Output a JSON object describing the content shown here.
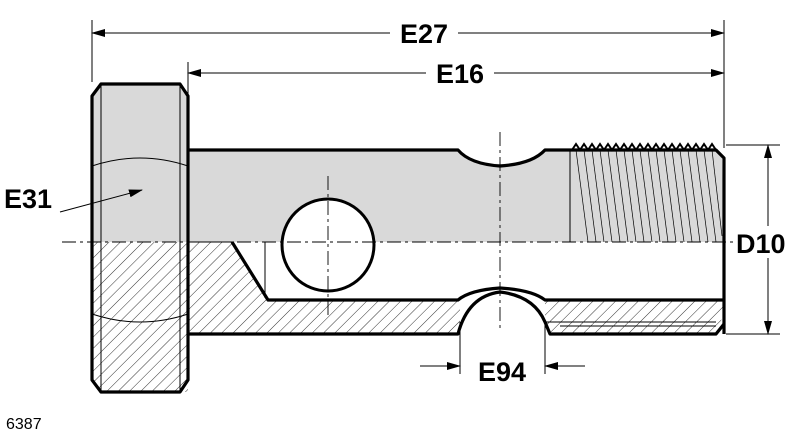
{
  "diagram": {
    "dimensions": {
      "overall_length": "E27",
      "shank_length": "E16",
      "head_size": "E31",
      "thread_diameter": "D10",
      "groove_width": "E94"
    },
    "reference_number": "6387",
    "colors": {
      "line": "#000000",
      "shaded": "#d9d9d9",
      "background": "#ffffff"
    }
  }
}
